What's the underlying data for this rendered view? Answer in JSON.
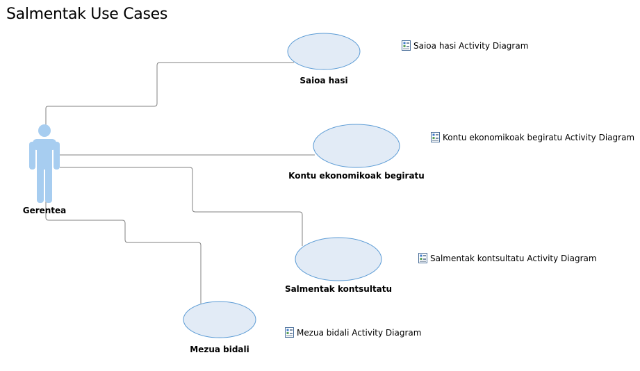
{
  "diagram": {
    "title": "Salmentak Use Cases"
  },
  "actor": {
    "name": "Gerentea",
    "icon": "actor-figure-icon",
    "color": "#a7cdf0"
  },
  "use_cases": [
    {
      "id": "saioa-hasi",
      "label": "Saioa hasi",
      "link": "Saioa hasi Activity Diagram"
    },
    {
      "id": "kontu-ekonomikoak-begiratu",
      "label": "Kontu ekonomikoak begiratu",
      "link": "Kontu ekonomikoak begiratu Activity Diagram"
    },
    {
      "id": "salmentak-kontsultatu",
      "label": "Salmentak kontsultatu",
      "link": "Salmentak kontsultatu Activity Diagram"
    },
    {
      "id": "mezua-bidali",
      "label": "Mezua bidali",
      "link": "Mezua bidali Activity Diagram"
    }
  ],
  "style": {
    "ellipse_fill": "#e2ebf6",
    "ellipse_stroke": "#5b9bd5",
    "wire_color": "#808080",
    "link_icon": "activity-diagram-icon"
  }
}
